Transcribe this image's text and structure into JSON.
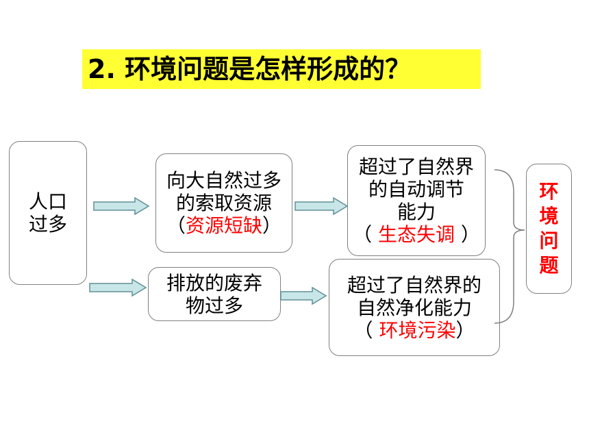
{
  "title": "2. 环境问题是怎样形成的？",
  "boxes": {
    "population": {
      "line1": "人口",
      "line2": "过多"
    },
    "extraction": {
      "line1": "向大自然过多",
      "line2": "的索取资源",
      "open": "（",
      "highlight": "资源短缺",
      "close": "）"
    },
    "self_regulation": {
      "line1": "超过了自然界",
      "line2": "的自动调节",
      "line3": "能力",
      "open": "（ ",
      "highlight": "生态失调",
      "close": " ）"
    },
    "waste": {
      "line1": "排放的废弃",
      "line2": "物过多"
    },
    "purification": {
      "line1": "超过了自然界的",
      "line2": "自然净化能力",
      "open": "（ ",
      "highlight": "环境污染",
      "close": "）"
    },
    "result": {
      "c1": "环",
      "c2": "境",
      "c3": "问",
      "c4": "题"
    }
  },
  "colors": {
    "title_bg": "#ffff33",
    "highlight": "#ff0000",
    "arrow_fill": "#c8e6e8",
    "arrow_stroke": "#5f8f96",
    "border": "#7f7f7f"
  }
}
